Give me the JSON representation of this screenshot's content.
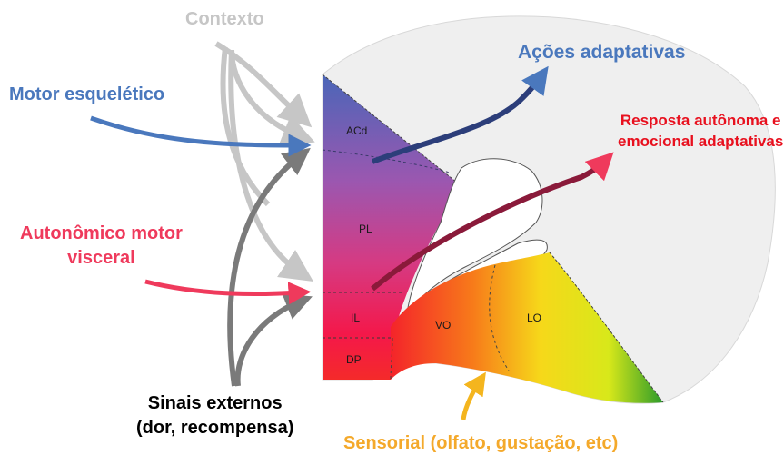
{
  "labels": {
    "contexto": "Contexto",
    "motor_esqueletico": "Motor esquelético",
    "autonomico_line1": "Autonômico motor",
    "autonomico_line2": "visceral",
    "sinais_line1": "Sinais externos",
    "sinais_line2": "(dor, recompensa)",
    "sensorial": "Sensorial (olfato, gustação, etc)",
    "acoes": "Ações adaptativas",
    "resposta_line1": "Resposta autônoma e",
    "resposta_line2": "emocional adaptativas"
  },
  "regions": {
    "acd": "ACd",
    "pl": "PL",
    "il": "IL",
    "dp": "DP",
    "vo": "VO",
    "lo": "LO"
  },
  "colors": {
    "contexto": "#c6c6c6",
    "motor_esqueletico": "#4a78bd",
    "autonomico": "#ef3a5c",
    "sinais": "#000000",
    "sensorial": "#f4a92b",
    "acoes": "#4a78bd",
    "resposta": "#e8101e"
  }
}
